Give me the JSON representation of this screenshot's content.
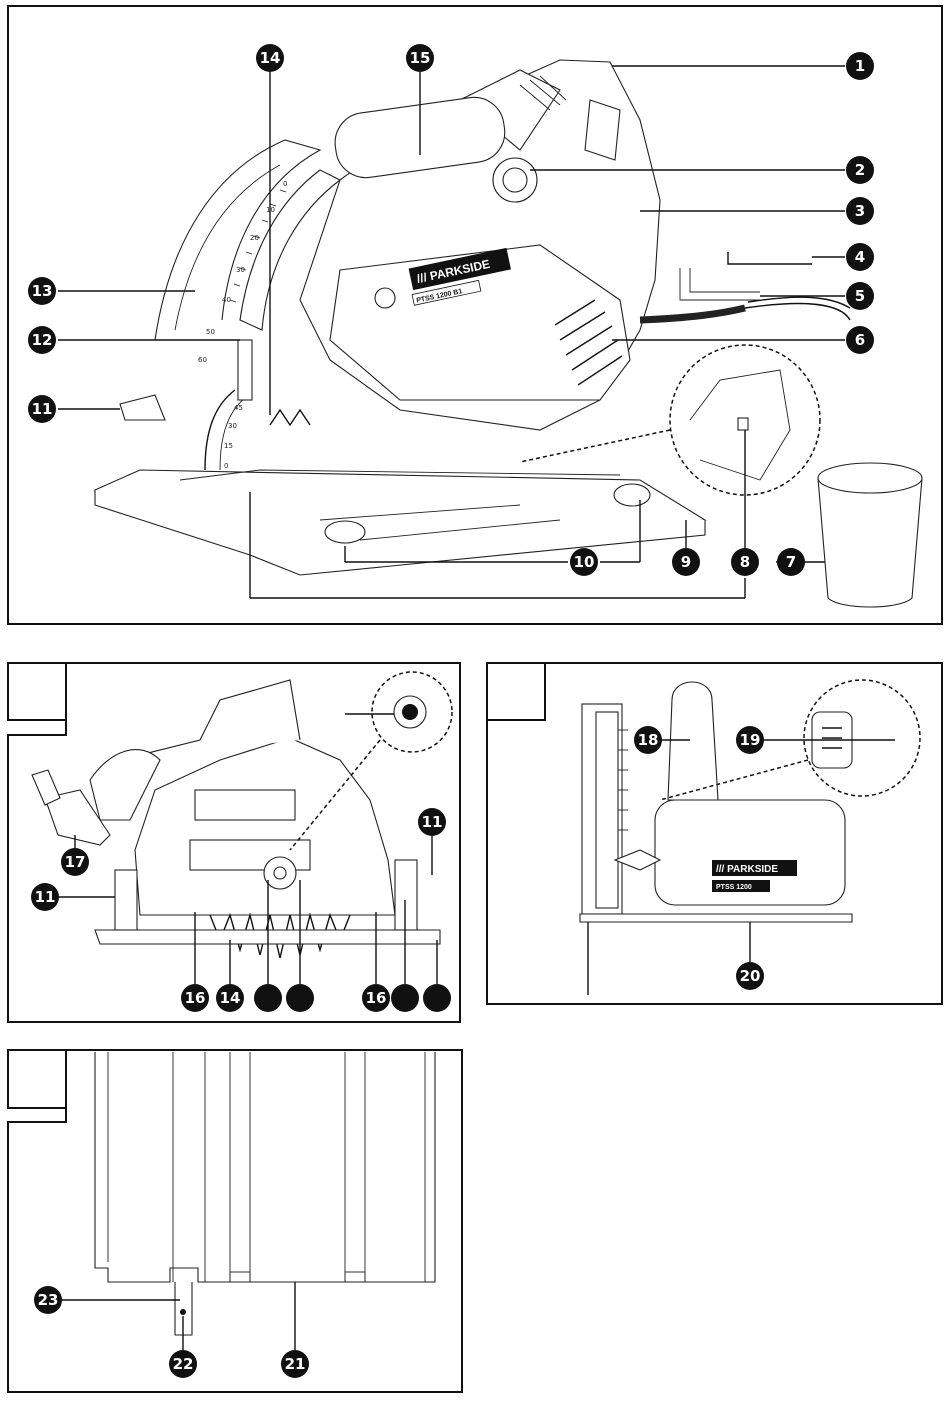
{
  "brand": {
    "logo_text": "/// PARKSIDE",
    "model_main": "PTSS 1200 B1",
    "model_side": "PTSS 1200"
  },
  "panels": [
    {
      "id": "main",
      "tab_label": ""
    },
    {
      "id": "side",
      "tab_label": ""
    },
    {
      "id": "front",
      "tab_label": ""
    },
    {
      "id": "rail",
      "tab_label": ""
    }
  ],
  "scale_labels": [
    "0",
    "10",
    "20",
    "30",
    "40",
    "50",
    "60"
  ],
  "bevel_labels": [
    "0",
    "15",
    "30",
    "45"
  ],
  "callouts": {
    "c1": "1",
    "c2": "2",
    "c3": "3",
    "c4": "4",
    "c5": "5",
    "c6": "6",
    "c7": "7",
    "c8": "8",
    "c9": "9",
    "c10": "10",
    "c11": "11",
    "c12": "12",
    "c13": "13",
    "c14": "14",
    "c15": "15",
    "s17": "17",
    "s11a": "11",
    "s11b": "11",
    "s16a": "16",
    "s14": "14",
    "s16b": "16",
    "s_blank1": "",
    "s_blank2": "",
    "s_blank3": "",
    "s_blank4": "",
    "f18": "18",
    "f19": "19",
    "f20": "20",
    "r23": "23",
    "r22": "22",
    "r21": "21"
  }
}
